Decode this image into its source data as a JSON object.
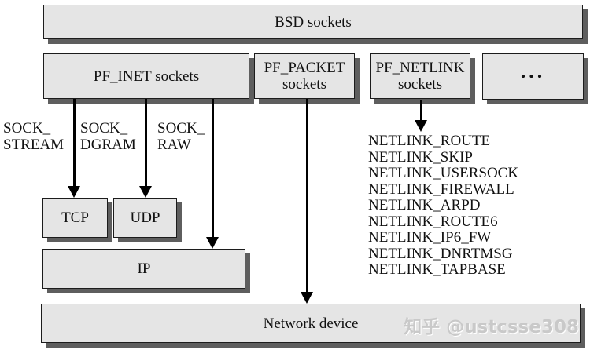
{
  "diagram": {
    "boxes": {
      "bsd": {
        "label": "BSD sockets"
      },
      "pf_inet": {
        "label": "PF_INET sockets"
      },
      "pf_packet": {
        "line1": "PF_PACKET",
        "line2": "sockets"
      },
      "pf_netlink": {
        "line1": "PF_NETLINK",
        "line2": "sockets"
      },
      "more": {
        "label": "..."
      },
      "tcp": {
        "label": "TCP"
      },
      "udp": {
        "label": "UDP"
      },
      "ip": {
        "label": "IP"
      },
      "network_device": {
        "label": "Network device"
      }
    },
    "socket_type_labels": [
      {
        "line1": "SOCK_",
        "line2": "STREAM"
      },
      {
        "line1": "SOCK_",
        "line2": "DGRAM"
      },
      {
        "line1": "SOCK_",
        "line2": "RAW"
      }
    ],
    "netlink_types": [
      "NETLINK_ROUTE",
      "NETLINK_SKIP",
      "NETLINK_USERSOCK",
      "NETLINK_FIREWALL",
      "NETLINK_ARPD",
      "NETLINK_ROUTE6",
      "NETLINK_IP6_FW",
      "NETLINK_DNRTMSG",
      "NETLINK_TAPBASE"
    ],
    "watermark": "知乎 @ustcsse308",
    "colors": {
      "box_fill": "#e5e5e5",
      "box_border": "#1c1c1c",
      "box_shadow": "#5e5e5e",
      "arrow": "#000000",
      "watermark": "#c9c9c9",
      "background": "#ffffff"
    }
  }
}
